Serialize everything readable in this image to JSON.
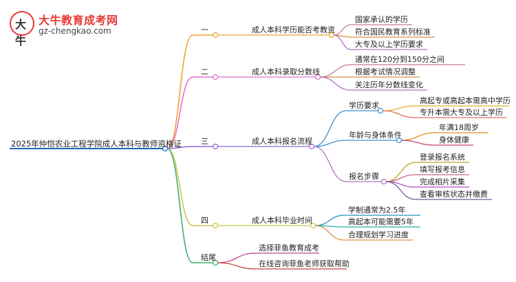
{
  "logo": {
    "mark": "大牛",
    "title": "大牛教育成考网",
    "url": "gz-chengkao.com"
  },
  "root": {
    "label": "2025年仲恺农业工程学院成人本科与教师资格证",
    "color": "#1565c0"
  },
  "branches": [
    {
      "num": "一",
      "title": "成人本科学历能否考教资",
      "color": "#f0a030",
      "children": [
        {
          "label": "国家承认的学历"
        },
        {
          "label": "符合国民教育系列标准"
        },
        {
          "label": "大专及以上学历要求"
        }
      ]
    },
    {
      "num": "二",
      "title": "成人本科录取分数线",
      "color": "#e070c8",
      "children": [
        {
          "label": "通常在120分到150分之间"
        },
        {
          "label": "根据考试情况调整"
        },
        {
          "label": "关注历年分数线变化"
        }
      ]
    },
    {
      "num": "三",
      "title": "成人本科报名流程",
      "color": "#9068d8",
      "children": [
        {
          "label": "学历要求",
          "children": [
            {
              "label": "高起专或高起本需高中学历"
            },
            {
              "label": "专升本需大专及以上学历"
            }
          ]
        },
        {
          "label": "年龄与身体条件",
          "children": [
            {
              "label": "年满18周岁"
            },
            {
              "label": "身体健康"
            }
          ]
        },
        {
          "label": "报名步骤",
          "children": [
            {
              "label": "登录报名系统"
            },
            {
              "label": "填写报考信息"
            },
            {
              "label": "完成相片采集"
            },
            {
              "label": "查看审核状态并缴费"
            }
          ]
        }
      ]
    },
    {
      "num": "四",
      "title": "成人本科毕业时间",
      "color": "#c8c850",
      "children": [
        {
          "label": "学制通常为2.5年"
        },
        {
          "label": "高起本可能需要5年"
        },
        {
          "label": "合理规划学习进度"
        }
      ]
    },
    {
      "num": "结尾",
      "title": "",
      "color": "#40b070",
      "children": [
        {
          "label": "选择菲鱼教育成考"
        },
        {
          "label": "在线咨询菲鱼老师获取帮助"
        }
      ]
    }
  ],
  "colors": {
    "l3a": "#c87890",
    "l3b": "#d09040",
    "l3c": "#b070c0",
    "l3d": "#4090d0",
    "s1a": "#e0b020",
    "s1b": "#e07060",
    "s2a": "#e09020",
    "s2b": "#c04070",
    "s3a": "#c0a020",
    "s3b": "#d06080",
    "s3c": "#b050c0",
    "s3d": "#6060a0",
    "g4a": "#2090c0",
    "g4b": "#20b0a0",
    "g4c": "#e09040",
    "g5a": "#c04090",
    "g5b": "#c04040"
  }
}
